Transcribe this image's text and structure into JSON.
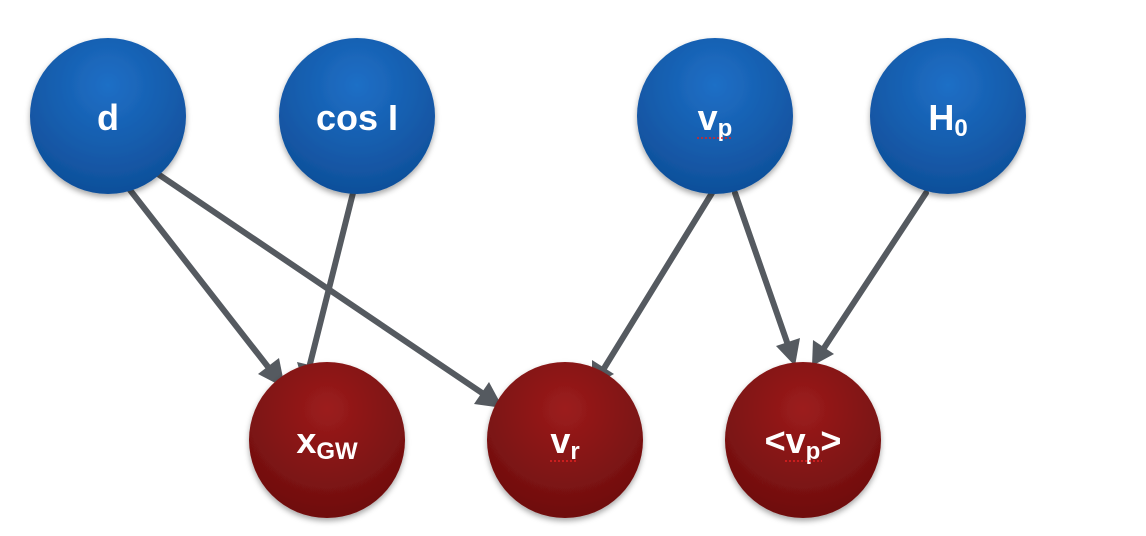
{
  "nodes": {
    "d": {
      "main": "d",
      "sub": ""
    },
    "cosi": {
      "main": "cos I",
      "sub": ""
    },
    "vp": {
      "main": "v",
      "sub": "p"
    },
    "h0": {
      "main": "H",
      "sub": "0"
    },
    "xgw": {
      "main": "x",
      "sub": "GW"
    },
    "vr": {
      "main": "v",
      "sub": "r"
    },
    "vpavg": {
      "pre": "<v",
      "sub": "p",
      "post": ">"
    }
  },
  "colors": {
    "parent_node": "#1559a8",
    "child_node": "#8b1515",
    "edge": "#555a60",
    "spellcheck_underline": "#e02020"
  }
}
